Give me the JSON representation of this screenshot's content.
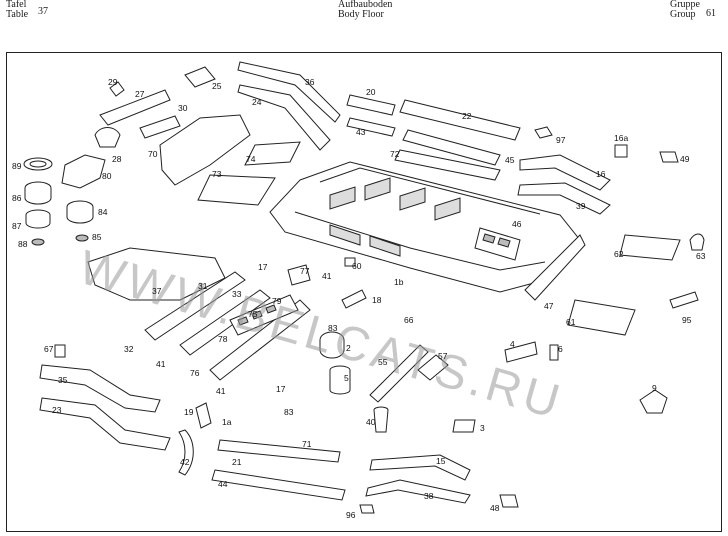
{
  "header": {
    "left_de": "Tafel",
    "left_en": "Table",
    "table_number": "37",
    "title_de": "Aufbauboden",
    "title_en": "Body Floor",
    "right_de": "Gruppe",
    "right_en": "Group",
    "group_number": "61"
  },
  "watermark": {
    "text": "WWW.BELCATS.RU",
    "color": "#9a9a9a"
  },
  "colors": {
    "line": "#222222",
    "fill": "#ffffff",
    "shade": "#bdbdbd"
  },
  "part_numbers": [
    "29",
    "27",
    "25",
    "36",
    "30",
    "24",
    "20",
    "22",
    "28",
    "43",
    "97",
    "16a",
    "70",
    "74",
    "72",
    "45",
    "49",
    "89",
    "80",
    "16",
    "73",
    "86",
    "84",
    "39",
    "87",
    "85",
    "88",
    "46",
    "60",
    "62",
    "63",
    "17",
    "77",
    "41",
    "1b",
    "37",
    "31",
    "33",
    "79",
    "18",
    "47",
    "75",
    "66",
    "61",
    "95",
    "83",
    "2",
    "32",
    "78",
    "67",
    "41",
    "4",
    "6",
    "76",
    "55",
    "57",
    "35",
    "5",
    "17",
    "41",
    "83",
    "19",
    "1a",
    "40",
    "3",
    "23",
    "9",
    "42",
    "21",
    "71",
    "15",
    "44",
    "38",
    "96",
    "48"
  ]
}
